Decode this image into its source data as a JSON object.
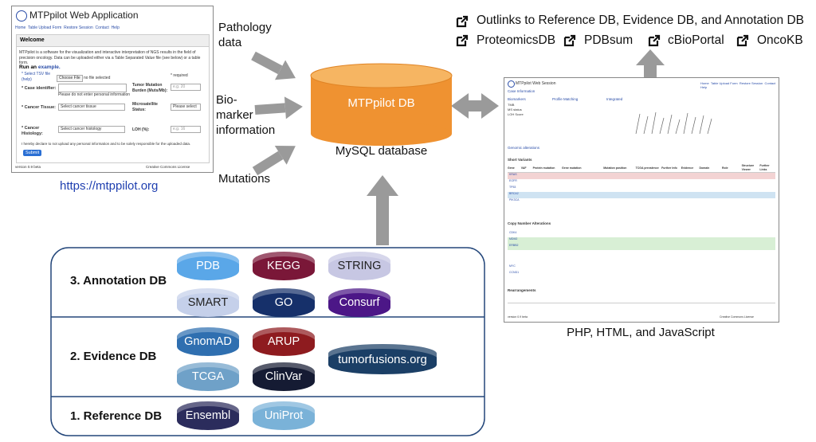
{
  "webapp": {
    "title": "MTPpilot Web Application",
    "nav": [
      "Home",
      "Table Upload Form",
      "Restore Session",
      "Contact",
      "Help"
    ],
    "welcome": "Welcome",
    "intro": "MTPpilot is a software for the visualization and interactive interpretation of NGS results in the field of precision oncology. Data can be uploaded either via a Table Separated Value file (see below) or a table form.",
    "run_example_prefix": "Run an",
    "run_example_link": "example.",
    "select_tsv": "* Select TSV file",
    "help": "(help)",
    "choose_file": "Choose File",
    "no_file": "no file selected",
    "required": "* required",
    "case_identifier": "* Case identifier:",
    "no_personal": "Please do not enter personal information",
    "tmb_label": "Tumor Mutation Burden (Muts/Mb):",
    "tmb_placeholder": "e.g. 20",
    "cancer_tissue": "* Cancer Tissue:",
    "select_tissue": "Select cancer tissue",
    "msi_label": "Microsatellite Status:",
    "msi_select": "Please select",
    "cancer_histology": "* Cancer Histology:",
    "select_histology": "Select cancer histology",
    "loh_label": "LOH (%):",
    "loh_placeholder": "e.g. 16",
    "declaration": "I hereby declare to not upload any personal information and to be solely responsible for the uploaded data.",
    "submit": "Submit",
    "version": "version 0.9 beta",
    "license": "Creative Commons License",
    "url": "https://mtppilot.org"
  },
  "inputs": [
    "Pathology\ndata",
    "Bio-\nmarker\ninformation",
    "Mutations"
  ],
  "central_db": {
    "label": "MTPpilot DB",
    "caption": "MySQL database"
  },
  "outlinks": {
    "line1": "Outlinks to Reference DB, Evidence DB, and Annotation DB",
    "items": [
      "ProteomicsDB",
      "PDBsum",
      "cBioPortal",
      "OncoKB"
    ]
  },
  "result_caption": "PHP, HTML, and JavaScript",
  "db_groups": [
    {
      "label": "3. Annotation DB",
      "dbs": [
        {
          "name": "PDB",
          "color": "#5aa7e8"
        },
        {
          "name": "KEGG",
          "color": "#7a1738"
        },
        {
          "name": "STRING",
          "color": "#c7c7e3"
        },
        {
          "name": "SMART",
          "color": "#c5d0ea"
        },
        {
          "name": "GO",
          "color": "#16306a"
        },
        {
          "name": "Consurf",
          "color": "#4c1787"
        }
      ]
    },
    {
      "label": "2. Evidence DB",
      "dbs": [
        {
          "name": "GnomAD",
          "color": "#2f6fb0"
        },
        {
          "name": "ARUP",
          "color": "#8e1b1f"
        },
        {
          "name": "tumorfusions.org",
          "color": "#1b3f66"
        },
        {
          "name": "TCGA",
          "color": "#6fa1c8"
        },
        {
          "name": "ClinVar",
          "color": "#151b33"
        }
      ]
    },
    {
      "label": "1. Reference DB",
      "dbs": [
        {
          "name": "Ensembl",
          "color": "#2b2c5c"
        },
        {
          "name": "UniProt",
          "color": "#7ab2d8"
        }
      ]
    }
  ],
  "mini_app": {
    "title": "MTPpilot Web Session",
    "nav": [
      "Home",
      "Table Upload Form",
      "Restore Session",
      "Contact",
      "Help"
    ],
    "case_info": "Case Information",
    "biomarkers": "Biomarkers",
    "profile_matching": "Profile Matching",
    "integrated": "Integrated",
    "tmb": "TMB",
    "msi": "MS status",
    "loh": "LOH Score",
    "genomic_alterations": "Genomic alterations",
    "short_variants": "Short Variants",
    "copy_number": "Copy Number Alterations",
    "rearrangements": "Rearrangements",
    "columns": [
      "Gene",
      "VAF",
      "Protein mutation",
      "Gene mutation",
      "Mutation position",
      "TCGA prevalence",
      "Further Info",
      "Evidence",
      "Domain",
      "Role",
      "Structure Viewer",
      "Further Links"
    ],
    "sv_genes": [
      "KRAS",
      "EGFR",
      "TP53",
      "BRCA2",
      "PIK3CA"
    ],
    "cna_genes": [
      "CDK4",
      "MDM2",
      "ERBB2",
      "MYC",
      "CCND1"
    ],
    "version": "version 0.9 beta",
    "license": "Creative Commons License"
  }
}
